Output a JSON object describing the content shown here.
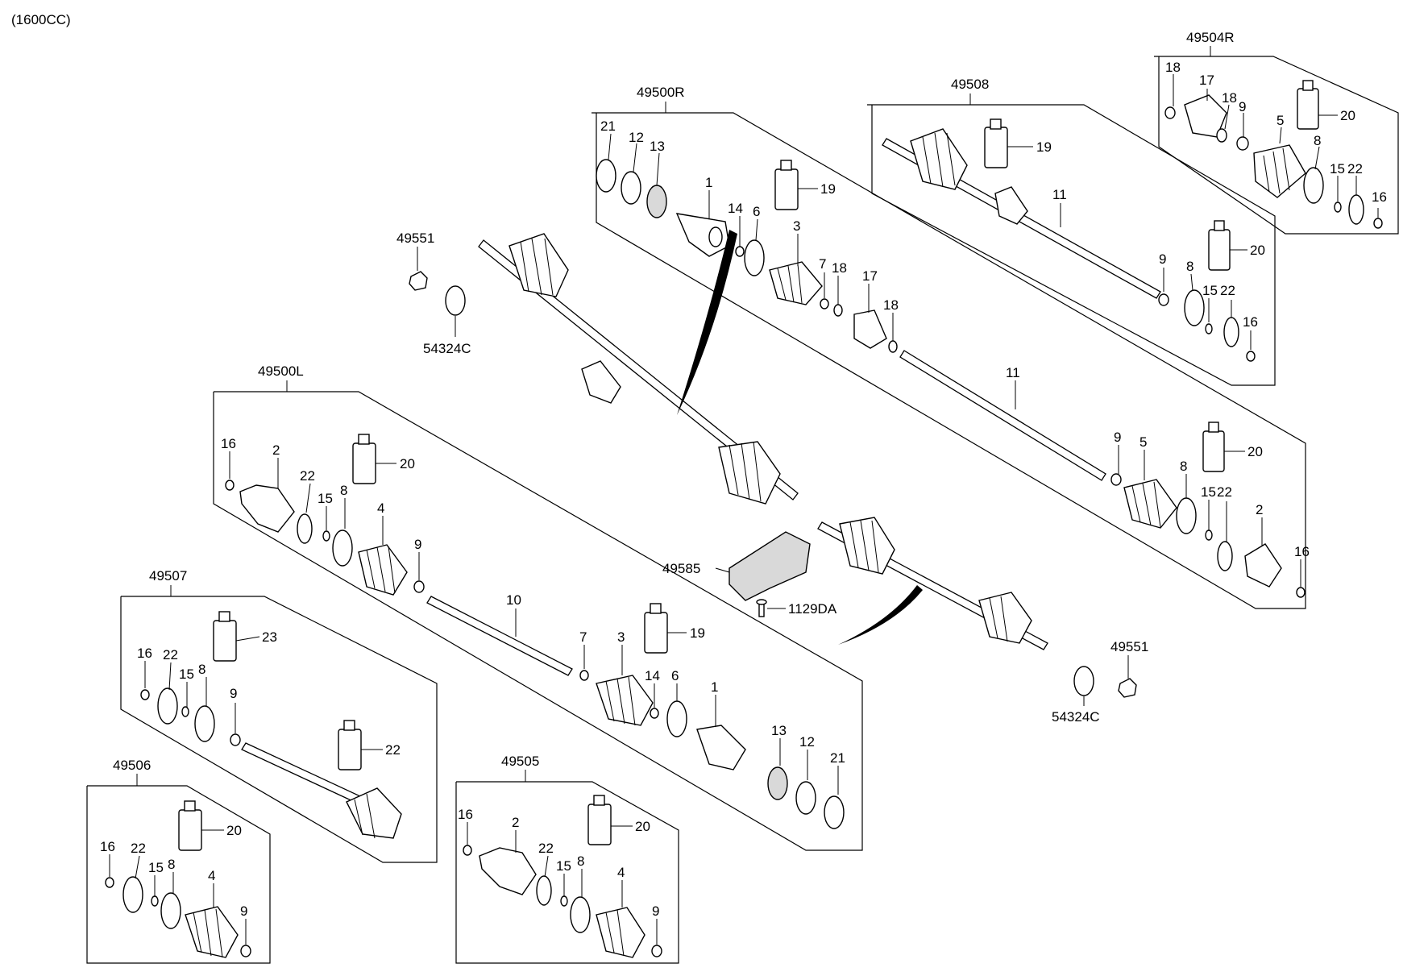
{
  "engine_label": "(1600CC)",
  "assembly_labels": {
    "a49504R": "49504R",
    "a49500R": "49500R",
    "a49508": "49508",
    "a49500L": "49500L",
    "a49507": "49507",
    "a49506": "49506",
    "a49505": "49505",
    "a49551_top": "49551",
    "a54324C_top": "54324C",
    "a49551_bot": "49551",
    "a54324C_bot": "54324C",
    "a49585": "49585",
    "a1129DA": "1129DA"
  },
  "callouts": {
    "r504": [
      "18",
      "17",
      "18",
      "9",
      "20",
      "5",
      "8",
      "15",
      "22",
      "16"
    ],
    "r500": [
      "21",
      "12",
      "13",
      "1",
      "14",
      "6",
      "19",
      "3",
      "7",
      "18",
      "17",
      "18",
      "11",
      "9",
      "5",
      "20",
      "8",
      "15",
      "22",
      "2",
      "16"
    ],
    "r508": [
      "19",
      "11",
      "9",
      "20",
      "8",
      "15",
      "22",
      "16"
    ],
    "l500": [
      "16",
      "2",
      "20",
      "22",
      "15",
      "8",
      "4",
      "9",
      "10",
      "19",
      "7",
      "3",
      "14",
      "6",
      "1",
      "13",
      "12",
      "21"
    ],
    "l507": [
      "23",
      "16",
      "22",
      "15",
      "8",
      "9",
      "22"
    ],
    "l506": [
      "20",
      "16",
      "22",
      "15",
      "8",
      "4",
      "9"
    ],
    "l505": [
      "16",
      "2",
      "20",
      "22",
      "15",
      "8",
      "4",
      "9"
    ]
  }
}
